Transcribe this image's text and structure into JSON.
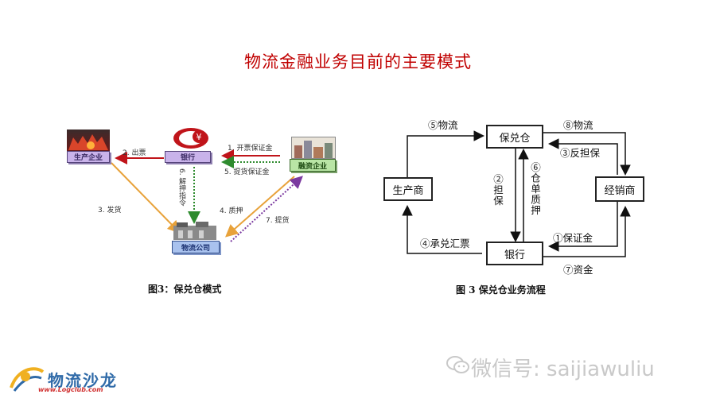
{
  "title": "物流金融业务目前的主要模式",
  "left_figure": {
    "caption": "图3：保兑仓模式",
    "nodes": {
      "producer": "生产企业",
      "bank": "银行",
      "dealer": "融资企业",
      "logistics": "物流公司"
    },
    "edges": {
      "e1": "1. 开票保证金",
      "e2": "2. 出票",
      "e3": "3. 发货",
      "e4": "4. 质押",
      "e5": "5. 提货保证金",
      "e6": "6. 解押指令",
      "e7": "7. 提货"
    },
    "colors": {
      "red": "#c0141a",
      "orange": "#e8a23a",
      "green": "#2e8b2e",
      "blue": "#6f8ed8",
      "purple": "#7b3aa0"
    }
  },
  "right_figure": {
    "caption": "图 3   保兑仓业务流程",
    "nodes": {
      "warehouse": "保兑仓",
      "producer": "生产商",
      "dealer": "经销商",
      "bank": "银行"
    },
    "edges": {
      "e5": "⑤物流",
      "e8": "⑧物流",
      "e3": "③反担保",
      "e2": "②担保",
      "e6": "⑥仓单质押",
      "e4": "④承兑汇票",
      "e1": "①保证金",
      "e7": "⑦资金"
    }
  },
  "watermark": "微信号: saijiawuliu",
  "logo": {
    "name": "物流沙龙",
    "url": "www.Logclub.com"
  }
}
